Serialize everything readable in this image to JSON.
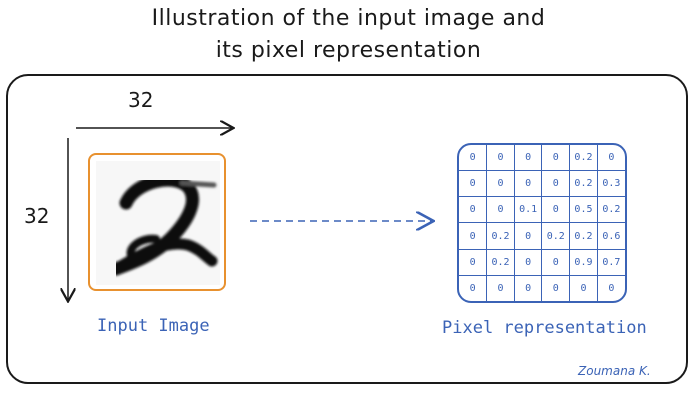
{
  "title": {
    "line1": "Illustration of the input image and",
    "line2": "its pixel representation"
  },
  "dimensions": {
    "width": "32",
    "height": "32"
  },
  "captions": {
    "input": "Input Image",
    "pixel": "Pixel representation"
  },
  "pixel_grid": [
    [
      "0",
      "0",
      "0",
      "0",
      "0.2",
      "0"
    ],
    [
      "0",
      "0",
      "0",
      "0",
      "0.2",
      "0.3"
    ],
    [
      "0",
      "0",
      "0.1",
      "0",
      "0.5",
      "0.2"
    ],
    [
      "0",
      "0.2",
      "0",
      "0.2",
      "0.2",
      "0.6"
    ],
    [
      "0",
      "0.2",
      "0",
      "0",
      "0.9",
      "0.7"
    ],
    [
      "0",
      "0",
      "0",
      "0",
      "0",
      "0"
    ]
  ],
  "author": "Zoumana K.",
  "colors": {
    "accent_blue": "#3b63b6",
    "border_orange": "#e8912f",
    "ink": "#1a1a1a"
  }
}
